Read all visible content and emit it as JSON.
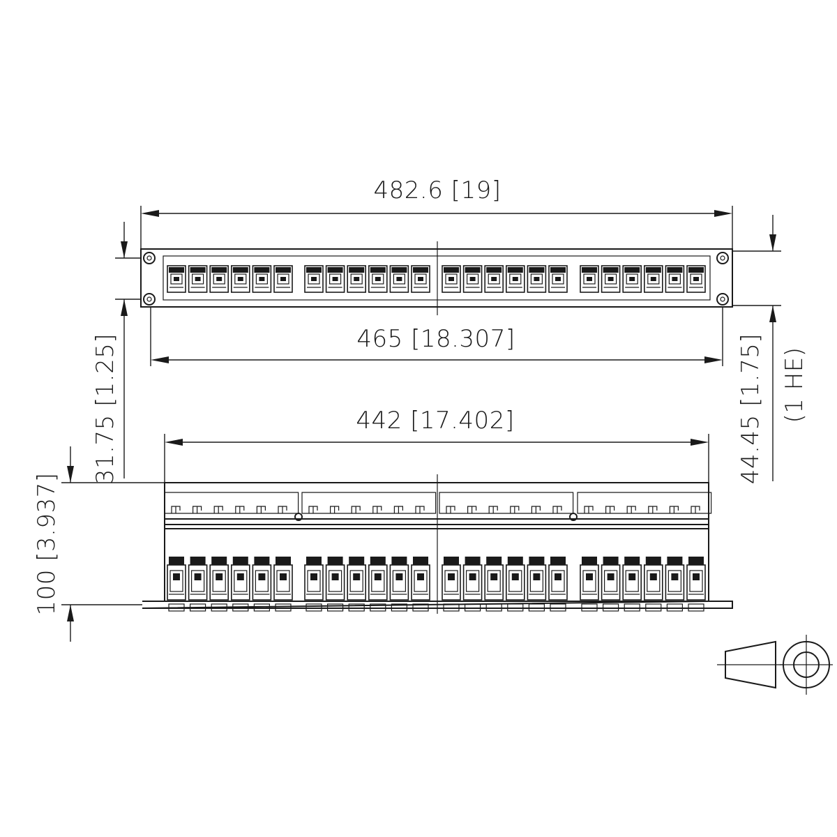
{
  "dimensions": {
    "overall_width": "482.6 [19]",
    "hole_spacing": "465 [18.307]",
    "body_width": "442 [17.402]",
    "hole_vertical_spacing": "31.75 [1.25]",
    "panel_height": "44.45 [1.75]",
    "rack_units": "(1 HE)",
    "depth": "100 [3.937]"
  },
  "panel": {
    "port_groups": 4,
    "ports_per_group": 6
  }
}
